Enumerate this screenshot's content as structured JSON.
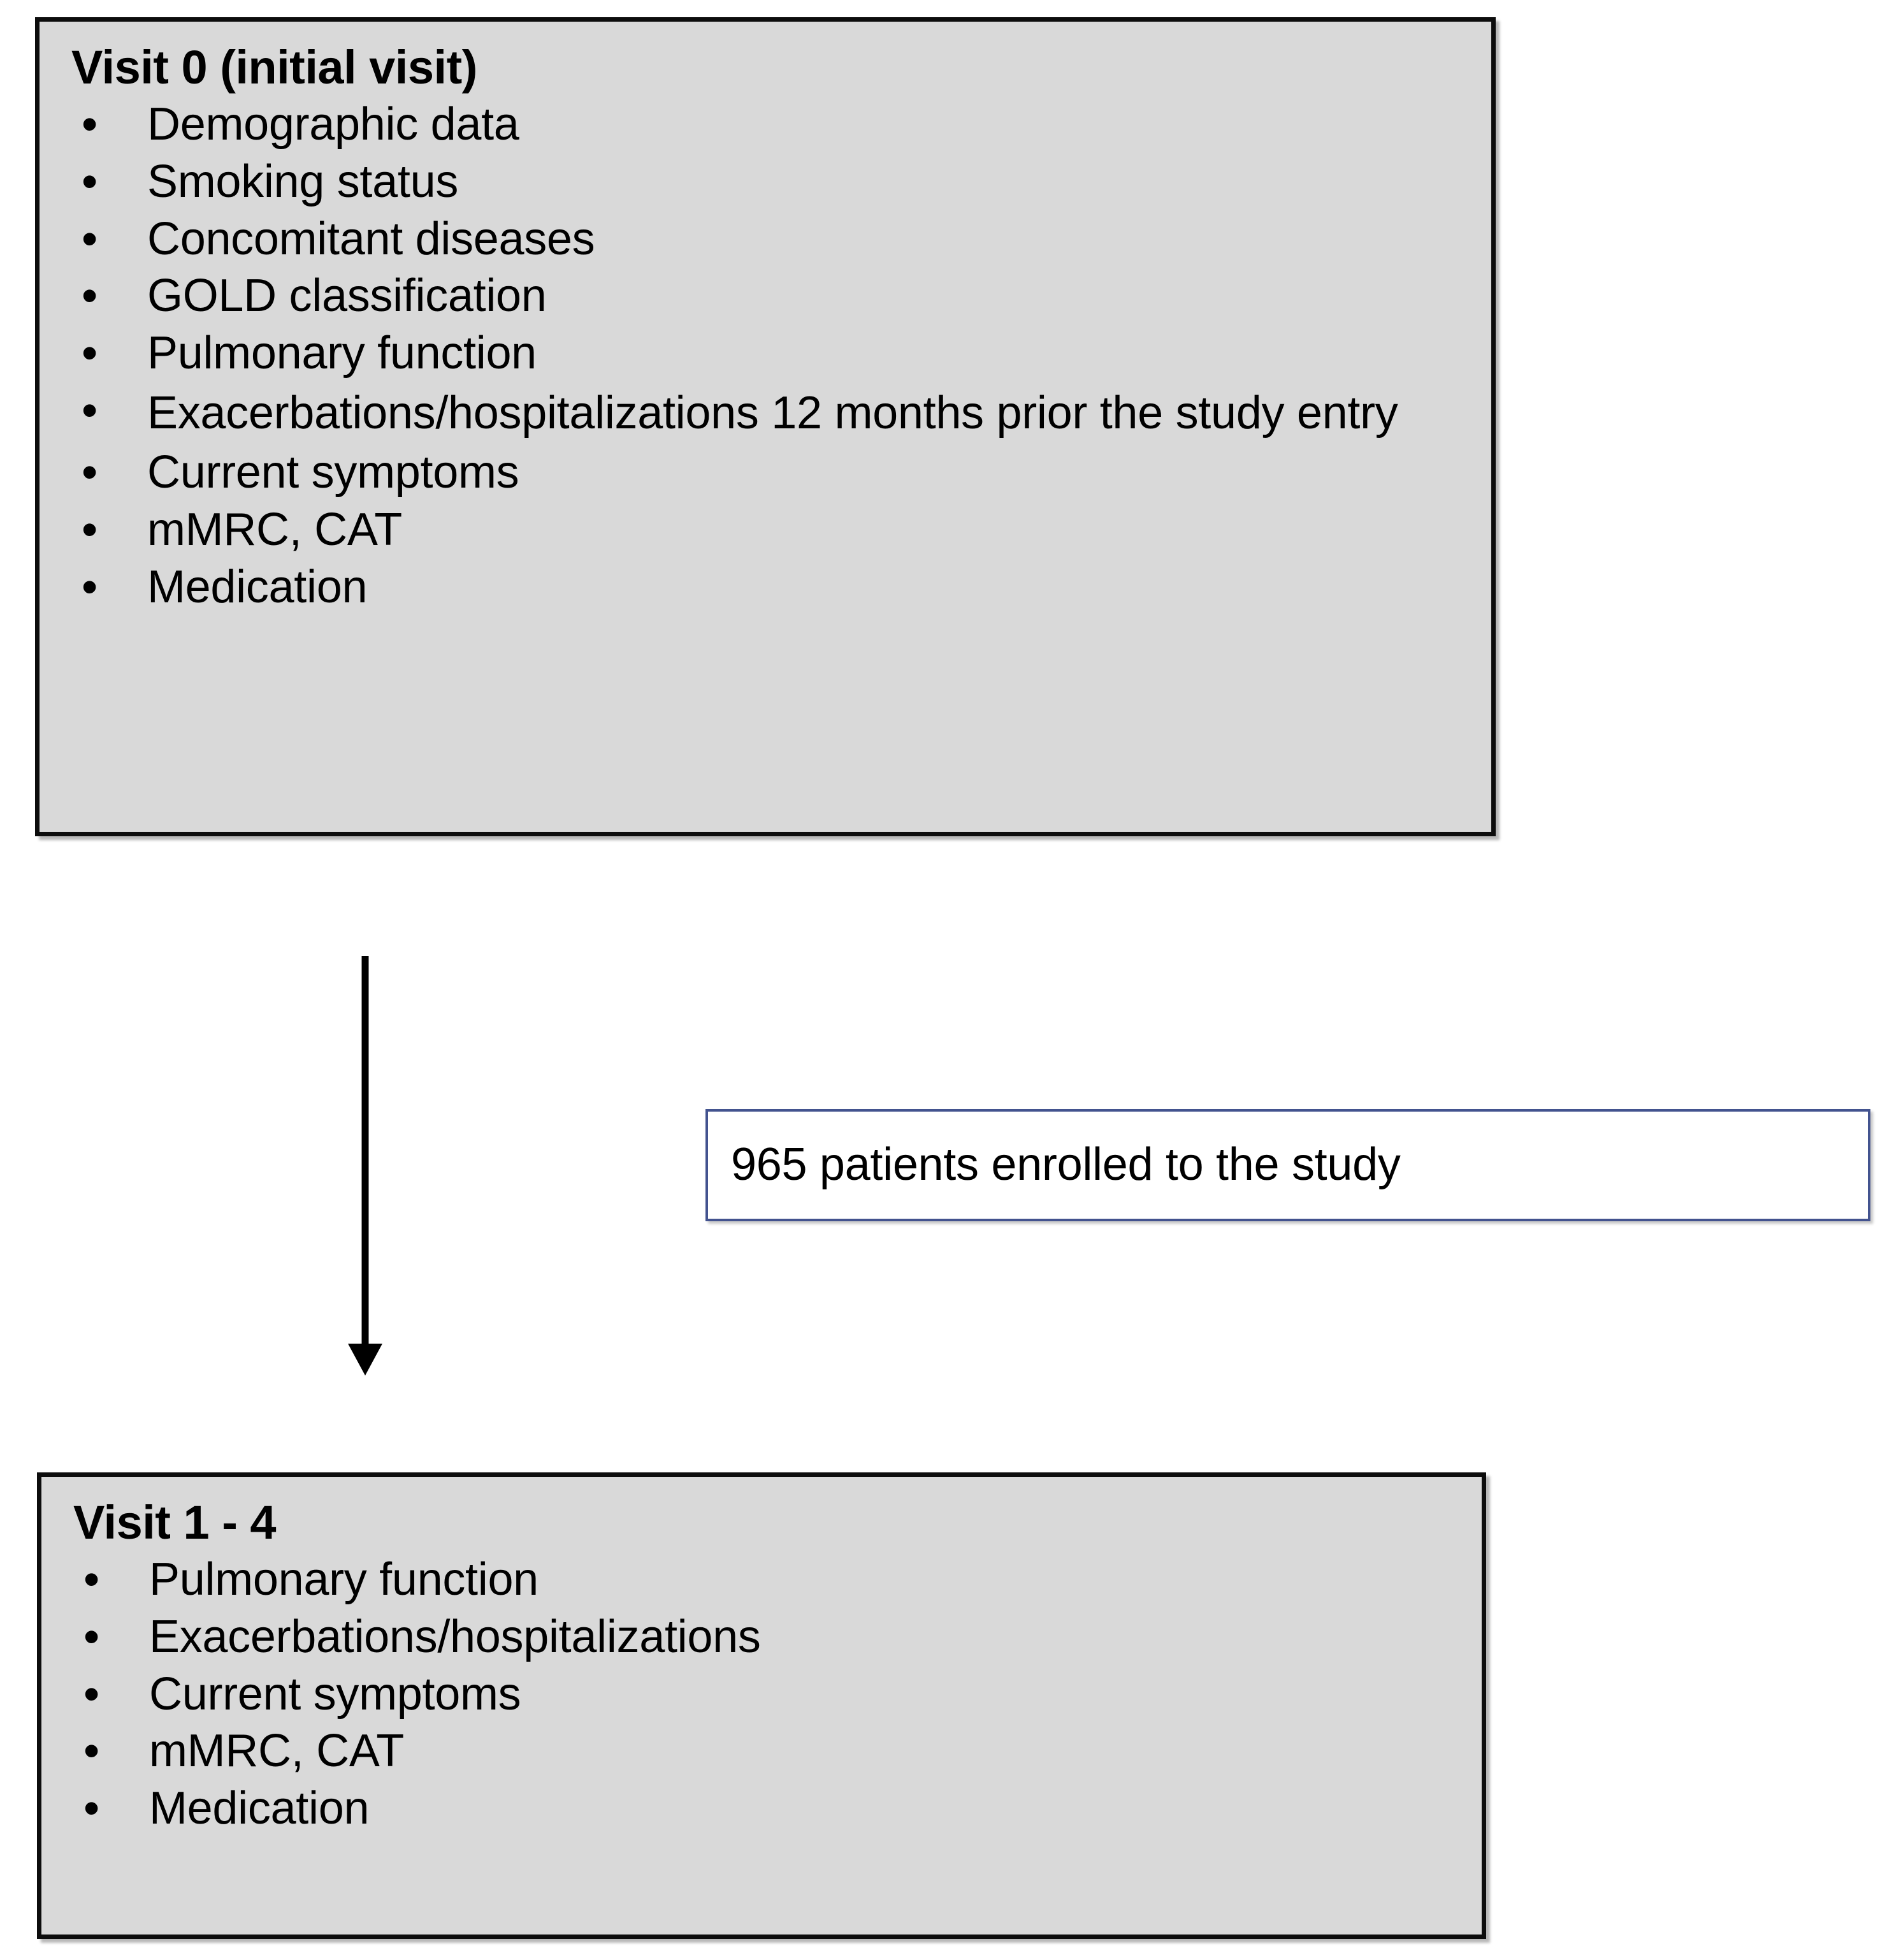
{
  "diagram": {
    "type": "study-flowchart",
    "title_visible": false,
    "colors": {
      "box_fill_gray": "#d9d9d9",
      "box_border_black": "#0d0d0d",
      "enrollment_border_blue": "#43538f",
      "enrollment_fill": "#ffffff",
      "text": "#000000",
      "page_background": "#ffffff"
    },
    "nodes": {
      "visit0": {
        "title": "Visit 0 (initial visit)",
        "items": [
          "Demographic data",
          "Smoking status",
          "Concomitant diseases",
          "GOLD classification",
          "Pulmonary function",
          "Exacerbations/hospitalizations 12 months prior the study entry",
          "Current symptoms",
          "mMRC, CAT",
          "Medication"
        ]
      },
      "enrollment": {
        "label": "965 patients enrolled to the study",
        "count": 965
      },
      "visit14": {
        "title": "Visit 1 - 4",
        "items": [
          "Pulmonary function",
          "Exacerbations/hospitalizations",
          "Current symptoms",
          "mMRC, CAT",
          "Medication"
        ]
      }
    },
    "edges": [
      {
        "from": "visit0",
        "to": "visit14",
        "style": "solid-line-with-arrowhead",
        "direction": "down"
      }
    ],
    "bullet_glyph": "•"
  }
}
